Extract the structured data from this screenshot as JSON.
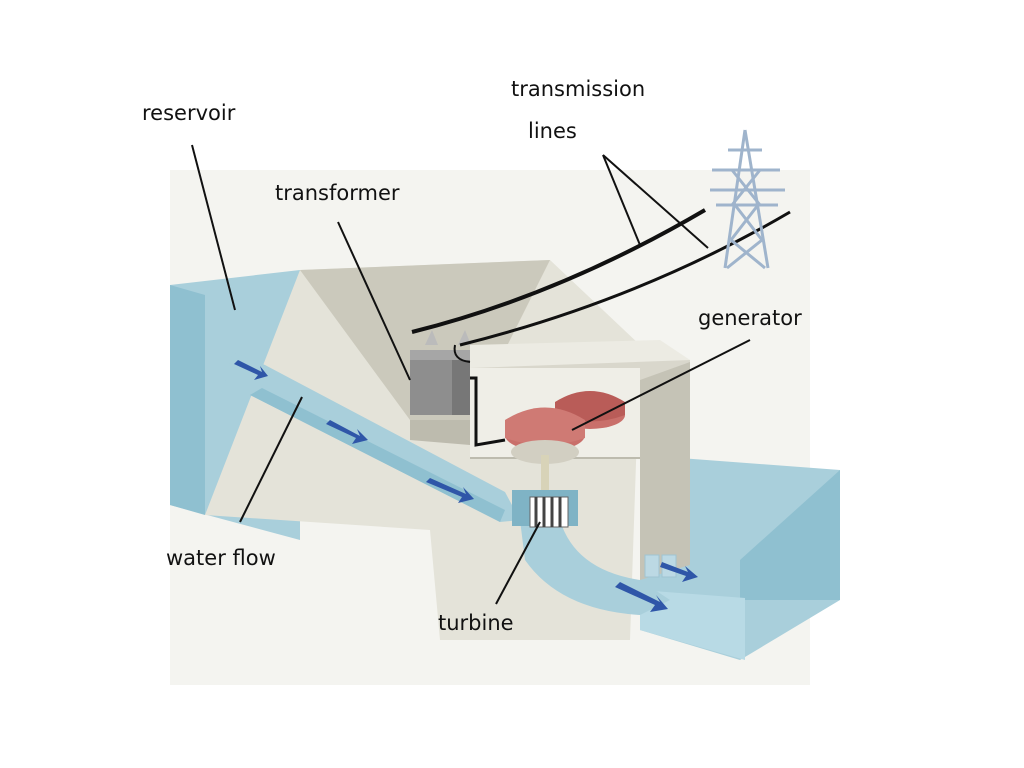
{
  "labels": {
    "reservoir": "reservoir",
    "transmission_line1": "transmission",
    "transmission_line2": "lines",
    "transformer": "transformer",
    "generator": "generator",
    "water_flow": "water flow",
    "turbine": "turbine"
  },
  "colors": {
    "water": "#a9cfdb",
    "water_dark": "#7fb3c5",
    "dam_light": "#e2e1d6",
    "dam_shadow": "#c9c7ba",
    "building": "#d8d6cb",
    "generator": "#c96f6a",
    "transformer": "#8e8e8e",
    "arrow": "#2f56a8",
    "tower": "#9fb4cc",
    "leader": "#111111"
  },
  "icons": {
    "tower": "transmission-tower-icon",
    "arrow": "flow-arrow-icon"
  }
}
